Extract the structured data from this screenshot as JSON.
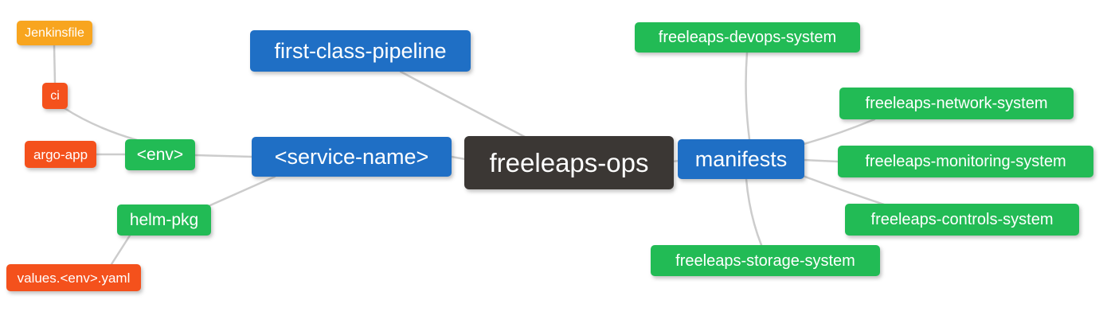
{
  "diagram": {
    "type": "mindmap",
    "root_id": "freeleaps-ops"
  },
  "palette": {
    "blue": "#1f6fc5",
    "green": "#22bb55",
    "orange": "#f8a51f",
    "red": "#f4511c",
    "dark": "#3b3734",
    "edge": "#cccccc",
    "text": "#ffffff",
    "background": "#ffffff"
  },
  "nodes": [
    {
      "id": "jenkinsfile",
      "label": "Jenkinsfile",
      "color": "#f8a51f"
    },
    {
      "id": "ci",
      "label": "ci",
      "color": "#f4511c"
    },
    {
      "id": "argo-app",
      "label": "argo-app",
      "color": "#f4511c"
    },
    {
      "id": "env",
      "label": "<env>",
      "color": "#22bb55"
    },
    {
      "id": "helm-pkg",
      "label": "helm-pkg",
      "color": "#22bb55"
    },
    {
      "id": "values-env-yaml",
      "label": "values.<env>.yaml",
      "color": "#f4511c"
    },
    {
      "id": "first-class-pipeline",
      "label": "first-class-pipeline",
      "color": "#1f6fc5"
    },
    {
      "id": "service-name",
      "label": "<service-name>",
      "color": "#1f6fc5"
    },
    {
      "id": "freeleaps-ops",
      "label": "freeleaps-ops",
      "color": "#3b3734"
    },
    {
      "id": "manifests",
      "label": "manifests",
      "color": "#1f6fc5"
    },
    {
      "id": "devops-system",
      "label": "freeleaps-devops-system",
      "color": "#22bb55"
    },
    {
      "id": "network-system",
      "label": "freeleaps-network-system",
      "color": "#22bb55"
    },
    {
      "id": "monitoring-system",
      "label": "freeleaps-monitoring-system",
      "color": "#22bb55"
    },
    {
      "id": "controls-system",
      "label": "freeleaps-controls-system",
      "color": "#22bb55"
    },
    {
      "id": "storage-system",
      "label": "freeleaps-storage-system",
      "color": "#22bb55"
    }
  ],
  "edges": [
    {
      "from": "jenkinsfile",
      "to": "ci"
    },
    {
      "from": "ci",
      "to": "env"
    },
    {
      "from": "argo-app",
      "to": "env"
    },
    {
      "from": "env",
      "to": "service-name"
    },
    {
      "from": "service-name",
      "to": "helm-pkg"
    },
    {
      "from": "helm-pkg",
      "to": "values-env-yaml"
    },
    {
      "from": "first-class-pipeline",
      "to": "freeleaps-ops"
    },
    {
      "from": "service-name",
      "to": "freeleaps-ops"
    },
    {
      "from": "freeleaps-ops",
      "to": "manifests"
    },
    {
      "from": "manifests",
      "to": "devops-system"
    },
    {
      "from": "manifests",
      "to": "network-system"
    },
    {
      "from": "manifests",
      "to": "monitoring-system"
    },
    {
      "from": "manifests",
      "to": "controls-system"
    },
    {
      "from": "manifests",
      "to": "storage-system"
    }
  ]
}
